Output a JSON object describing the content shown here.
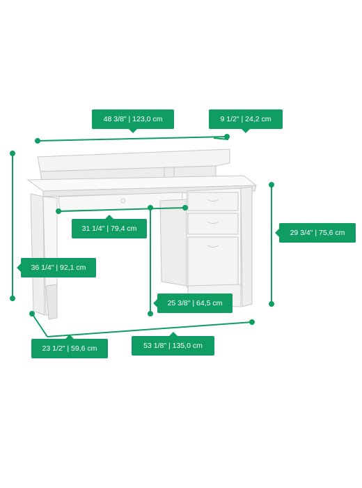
{
  "colors": {
    "accent": "#0f9d63",
    "outline": "#c9c9c9",
    "fill": "#f3f3f3"
  },
  "dimensions": {
    "overall_width": "48 3/8\" | 123,0 cm",
    "hutch_depth": "9 1/2\" | 24,2 cm",
    "drawer_width": "31 1/4\" | 79,4 cm",
    "overall_height": "36 1/4\" | 92,1 cm",
    "desk_height": "29 3/4\" | 75,6 cm",
    "knee_height": "25 3/8\" | 64,5 cm",
    "depth": "23 1/2\" | 59,6 cm",
    "total_width": "53 1/8\" | 135,0 cm"
  }
}
